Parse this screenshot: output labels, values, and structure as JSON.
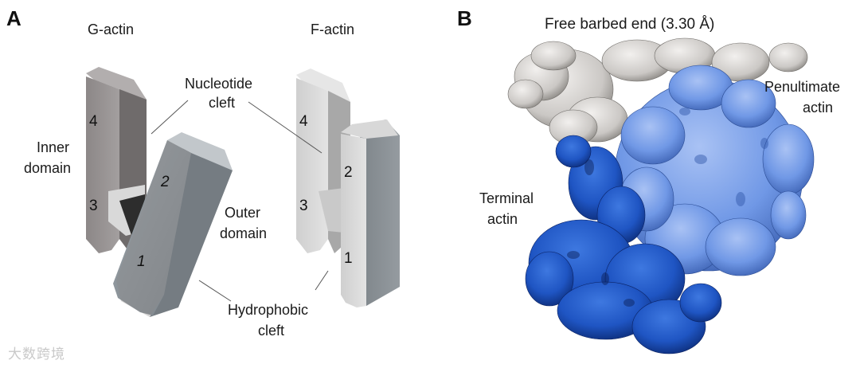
{
  "panel_a": {
    "letter": "A",
    "title_g": "G-actin",
    "title_f": "F-actin",
    "nucleotide_cleft": [
      "Nucleotide",
      "cleft"
    ],
    "inner_domain": [
      "Inner",
      "domain"
    ],
    "outer_domain": [
      "Outer",
      "domain"
    ],
    "hydrophobic_cleft": [
      "Hydrophobic",
      "cleft"
    ],
    "subdomains": {
      "s1": "1",
      "s2": "2",
      "s3": "3",
      "s4": "4"
    }
  },
  "panel_b": {
    "letter": "B",
    "title": "Free barbed end (3.30 Å)",
    "penultimate_actin": [
      "Penultimate",
      "actin"
    ],
    "terminal_actin": [
      "Terminal",
      "actin"
    ]
  },
  "watermark": "大数跨境",
  "colors": {
    "inner_block_face": "#8e8a8a",
    "inner_block_side": "#6e6a6a",
    "outer_block_face": "#9ca3a8",
    "outer_block_side": "#747b81",
    "f_light_face": "#d6d6d6",
    "f_light_side": "#b9b9b9",
    "f_dark_face": "#878d92",
    "density_gray": "#cfcccb",
    "penultimate_blue": "#6f97e6",
    "terminal_blue": "#1f55c3"
  }
}
